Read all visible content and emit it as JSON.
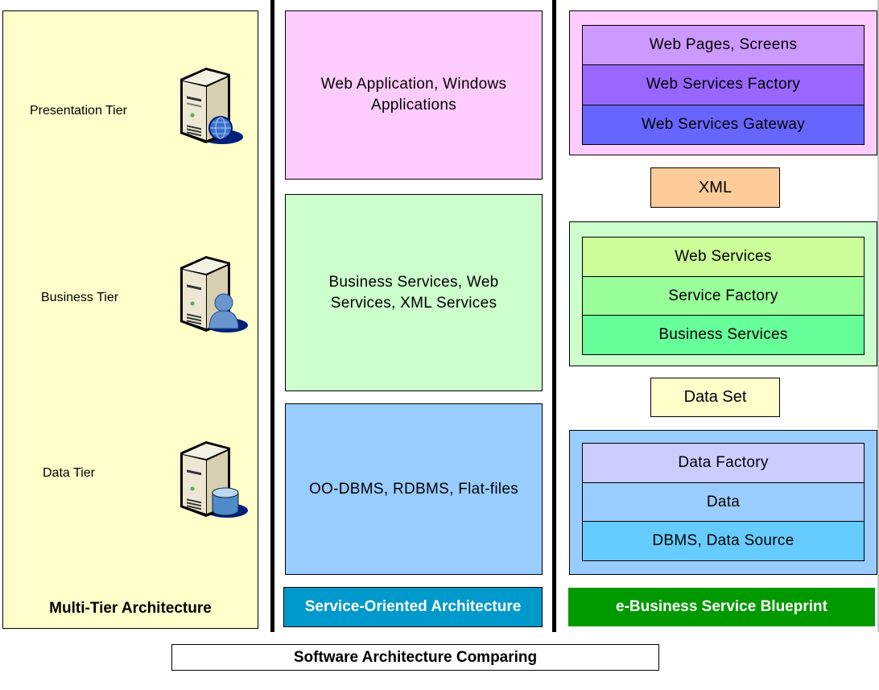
{
  "title": "Software Architecture Comparing",
  "columns": {
    "multi_tier": {
      "caption": "Multi-Tier Architecture",
      "fill": "#ffffcc",
      "tiers": [
        {
          "label": "Presentation Tier",
          "icon": "server-globe-icon"
        },
        {
          "label": "Business Tier",
          "icon": "server-user-icon"
        },
        {
          "label": "Data Tier",
          "icon": "server-database-icon"
        }
      ]
    },
    "soa": {
      "caption": "Service-Oriented Architecture",
      "caption_color": "#0099cc",
      "blocks": [
        {
          "text": "Web Application,  Windows Applications",
          "color": "#ffccff"
        },
        {
          "text": "Business Services, Web Services, XML Services",
          "color": "#ccffcc"
        },
        {
          "text": "OO-DBMS, RDBMS, Flat-files",
          "color": "#99ccff"
        }
      ]
    },
    "ebusiness": {
      "caption": "e-Business Service Blueprint",
      "caption_color": "#009900",
      "groups": [
        {
          "color": "#ffccff",
          "layers": [
            {
              "text": "Web Pages, Screens",
              "color": "#cc99ff"
            },
            {
              "text": "Web Services Factory",
              "color": "#9966ff"
            },
            {
              "text": "Web Services Gateway",
              "color": "#6666ff"
            }
          ]
        },
        {
          "color": "#ccffcc",
          "layers": [
            {
              "text": "Web Services",
              "color": "#ccff99"
            },
            {
              "text": "Service Factory",
              "color": "#99ff99"
            },
            {
              "text": "Business Services",
              "color": "#66ff99"
            }
          ]
        },
        {
          "color": "#99ccff",
          "layers": [
            {
              "text": "Data Factory",
              "color": "#ccccff"
            },
            {
              "text": "Data",
              "color": "#99ccff"
            },
            {
              "text": "DBMS, Data Source",
              "color": "#66ccff"
            }
          ]
        }
      ],
      "connectors": [
        {
          "text": "XML",
          "color": "#ffcc99"
        },
        {
          "text": "Data Set",
          "color": "#ffffcc"
        }
      ]
    }
  }
}
